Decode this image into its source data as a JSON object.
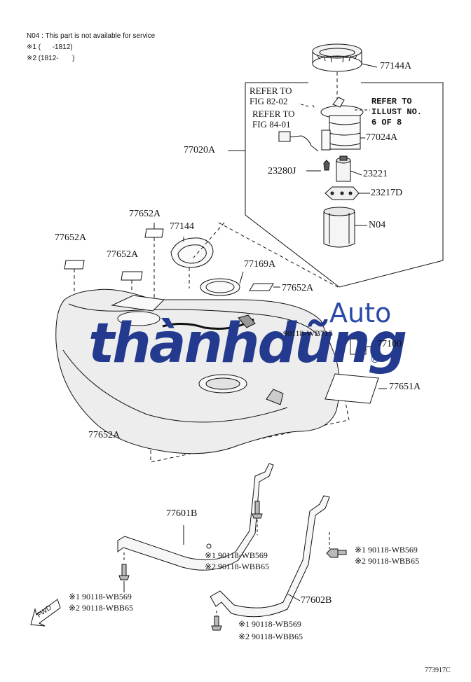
{
  "notes": {
    "line1": "N04 : This part is not available for service",
    "line2": "※1 (      -1812)",
    "line3": "※2 (1812-       )"
  },
  "labels": {
    "p77144A": "77144A",
    "refer_fig82_l1": "REFER TO",
    "refer_fig82_l2": "FIG 82-02",
    "refer_fig84_l1": "REFER TO",
    "refer_fig84_l2": "FIG 84-01",
    "refer_illust_l1": "REFER TO",
    "refer_illust_l2": "ILLUST NO.",
    "refer_illust_l3": "6 OF 8",
    "p77020A": "77020A",
    "p77024A": "77024A",
    "p23280J": "23280J",
    "p23221": "23221",
    "p23217D": "23217D",
    "pN04": "N04",
    "p77652A_top": "77652A",
    "p77144": "77144",
    "p77652A_left": "77652A",
    "p77652A_mid": "77652A",
    "p77169A": "77169A",
    "p77652A_right": "77652A",
    "p90118_WB715": "90118-WB715",
    "p77100": "77100",
    "p77651A": "77651A",
    "p77652A_bottom": "77652A",
    "p77601B": "77601B",
    "mid_bolt_1": "※1 90118-WB569",
    "mid_bolt_2": "※2 90118-WBB65",
    "right_bolt_1": "※1 90118-WB569",
    "right_bolt_2": "※2 90118-WBB65",
    "left_bolt_1": "※1 90118-WB569",
    "left_bolt_2": "※2 90118-WBB65",
    "p77602B": "77602B",
    "bottom_bolt_1": "※1 90118-WB569",
    "bottom_bolt_2": "※2 90118-WBB65",
    "fwd": "FWD",
    "figure_id": "773917C"
  },
  "watermark": {
    "main": "thànhdũng",
    "sub": "Auto",
    "reg": "®"
  },
  "colors": {
    "line": "#111111",
    "watermark": "#233a8e",
    "tank_fill": "#eeeeee"
  }
}
